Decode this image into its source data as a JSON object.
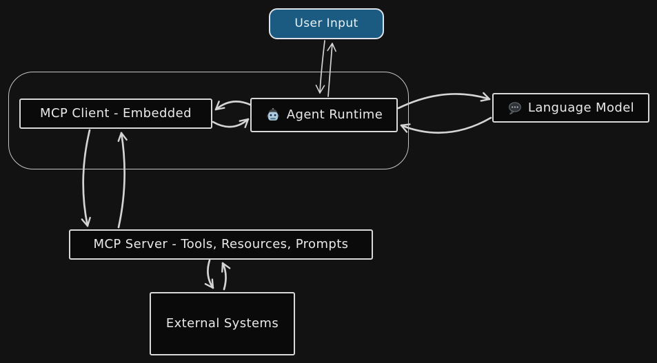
{
  "diagram": {
    "background_color": "#121212",
    "stroke_color": "#d4d4d4",
    "node_fill_color": "#0a0a0a",
    "node_border_color": "#d9d9d9",
    "text_color": "#e9e9e9"
  },
  "nodes": {
    "user_input": {
      "label": "User Input",
      "fill": "#1b5a81",
      "shape": "rounded-rectangle"
    },
    "agent_runtime": {
      "label": "Agent Runtime",
      "icon": "robot-icon"
    },
    "mcp_client": {
      "label": "MCP Client - Embedded"
    },
    "language_model": {
      "label": "Language Model",
      "icon": "speech-balloon-icon"
    },
    "mcp_server": {
      "label": "MCP Server - Tools, Resources, Prompts"
    },
    "external_systems": {
      "label": "External Systems"
    },
    "host_container": {
      "label": "",
      "shape": "rounded-frame"
    }
  },
  "edges": [
    {
      "from": "User Input",
      "to": "Agent Runtime",
      "style": "thin"
    },
    {
      "from": "Agent Runtime",
      "to": "User Input",
      "style": "thin"
    },
    {
      "from": "Agent Runtime",
      "to": "MCP Client - Embedded",
      "style": "thick"
    },
    {
      "from": "MCP Client - Embedded",
      "to": "Agent Runtime",
      "style": "thick"
    },
    {
      "from": "Agent Runtime",
      "to": "Language Model",
      "style": "thick-curved"
    },
    {
      "from": "Language Model",
      "to": "Agent Runtime",
      "style": "thick-curved"
    },
    {
      "from": "MCP Client - Embedded",
      "to": "MCP Server - Tools, Resources, Prompts",
      "style": "thick"
    },
    {
      "from": "MCP Server - Tools, Resources, Prompts",
      "to": "MCP Client - Embedded",
      "style": "thick"
    },
    {
      "from": "MCP Server - Tools, Resources, Prompts",
      "to": "External Systems",
      "style": "thick-curved"
    },
    {
      "from": "External Systems",
      "to": "MCP Server - Tools, Resources, Prompts",
      "style": "thick-curved"
    }
  ]
}
